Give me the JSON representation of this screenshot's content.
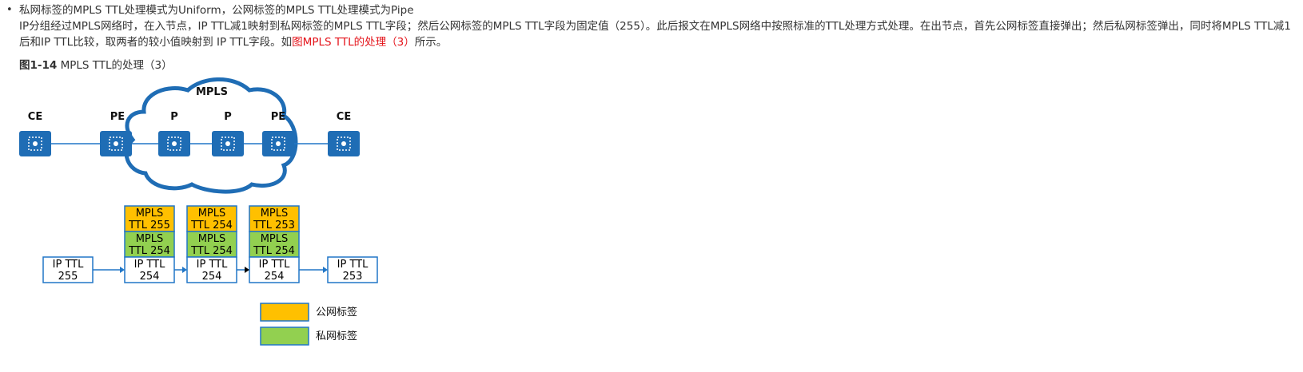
{
  "item": {
    "title": "私网标签的MPLS TTL处理模式为Uniform，公网标签的MPLS TTL处理模式为Pipe",
    "para_part1": "IP分组经过MPLS网络时，在入节点，IP TTL减1映射到私网标签的MPLS TTL字段；然后公网标签的MPLS TTL字段为固定值（255）。此后报文在MPLS网络中按照标准的TTL处理方式处理。在出节点，首先公网标签直接弹出；然后私网标签弹出，同时将MPLS TTL减1后和IP TTL比较，取两者的较小值映射到 IP TTL字段。如",
    "para_link": "图MPLS TTL的处理（3）",
    "para_part2": "所示。"
  },
  "figure": {
    "number": "图1-14",
    "caption": "MPLS TTL的处理（3）",
    "cloud_label": "MPLS",
    "nodes": [
      "CE",
      "PE",
      "P",
      "P",
      "PE",
      "CE"
    ],
    "stacks": [
      {
        "ip": [
          "IP TTL",
          "255"
        ]
      },
      {
        "public": [
          "MPLS",
          "TTL 255"
        ],
        "private": [
          "MPLS",
          "TTL 254"
        ],
        "ip": [
          "IP TTL",
          "254"
        ]
      },
      {
        "public": [
          "MPLS",
          "TTL 254"
        ],
        "private": [
          "MPLS",
          "TTL 254"
        ],
        "ip": [
          "IP TTL",
          "254"
        ]
      },
      {
        "public": [
          "MPLS",
          "TTL 253"
        ],
        "private": [
          "MPLS",
          "TTL 254"
        ],
        "ip": [
          "IP TTL",
          "254"
        ]
      },
      {
        "ip": [
          "IP TTL",
          "253"
        ]
      }
    ],
    "legend": [
      {
        "label": "公网标签",
        "color": "#ffc000"
      },
      {
        "label": "私网标签",
        "color": "#92d050"
      }
    ],
    "colors": {
      "device": "#1f6db5",
      "line": "#2176c7",
      "public": "#ffc000",
      "private": "#92d050"
    }
  }
}
